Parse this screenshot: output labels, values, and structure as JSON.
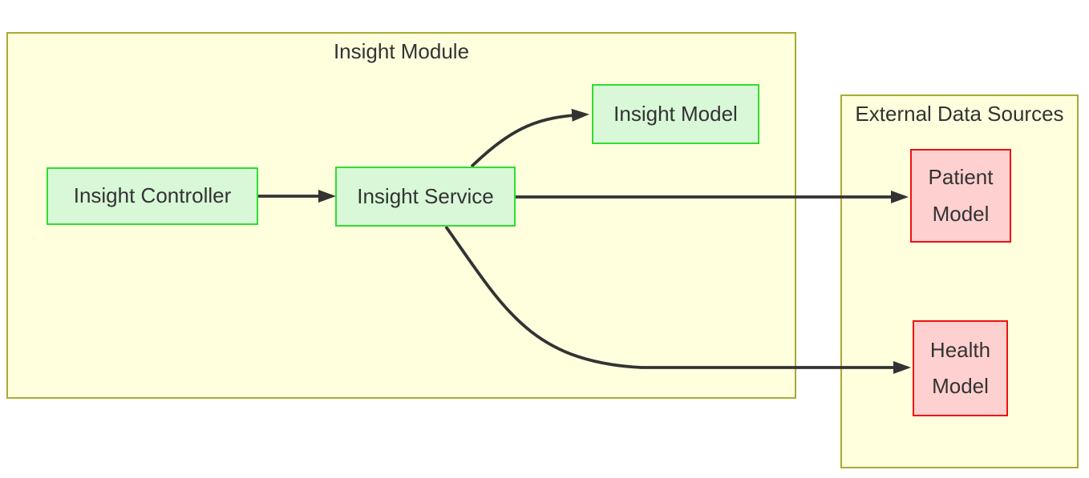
{
  "clusters": {
    "insight_module": {
      "title": "Insight Module"
    },
    "external_data_sources": {
      "title": "External Data Sources"
    }
  },
  "nodes": {
    "insight_controller": {
      "label": "Insight Controller",
      "fill": "#d8f8d8",
      "border": "#30dd30",
      "cluster": "Insight Module"
    },
    "insight_service": {
      "label": "Insight Service",
      "fill": "#d8f8d8",
      "border": "#30dd30",
      "cluster": "Insight Module"
    },
    "insight_model": {
      "label": "Insight Model",
      "fill": "#d8f8d8",
      "border": "#30dd30",
      "cluster": "Insight Module"
    },
    "patient_model": {
      "label": "Patient Model",
      "fill": "#ffd0d0",
      "border": "#ee1111",
      "cluster": "External Data Sources"
    },
    "health_model": {
      "label": "Health Model",
      "fill": "#ffd0d0",
      "border": "#ee1111",
      "cluster": "External Data Sources"
    }
  },
  "edges": [
    {
      "from": "Insight Controller",
      "to": "Insight Service",
      "arrow": true
    },
    {
      "from": "Insight Service",
      "to": "Insight Model",
      "arrow": true
    },
    {
      "from": "Insight Service",
      "to": "Patient Model",
      "arrow": true
    },
    {
      "from": "Insight Service",
      "to": "Health Model",
      "arrow": true
    }
  ],
  "colors": {
    "background": "#ffffff",
    "cluster_fill": "#ffffde",
    "cluster_border": "#aaaa33",
    "green_fill": "#d8f8d8",
    "green_border": "#30dd30",
    "red_fill": "#ffd0d0",
    "red_border": "#ee1111",
    "edge": "#333333",
    "text": "#333333"
  }
}
